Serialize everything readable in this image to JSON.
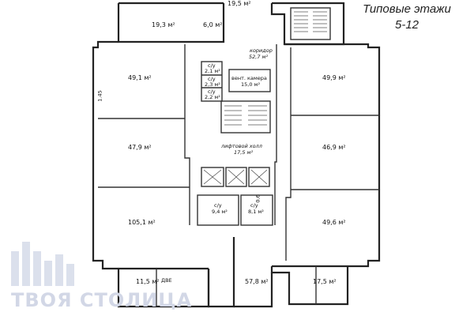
{
  "title": {
    "line1": "Типовые этажи",
    "line2": "5-12"
  },
  "rooms": {
    "top_corridor": "19,5 м²",
    "balcony_top_left": "19,3 м²",
    "storage_top": "6,0 м²",
    "corridor_label": "коридор",
    "corridor_area": "52,7 м²",
    "wc1_label": "с/у",
    "wc1_area": "2,1 м²",
    "wc2_label": "с/у",
    "wc2_area": "2,3 м²",
    "wc3_label": "с/у",
    "wc3_area": "2,2 м²",
    "vent_label": "вент. камера",
    "vent_area": "15,0 м²",
    "left_office_1": "49,1 м²",
    "left_office_2": "47,9 м²",
    "left_office_3": "105,1 м²",
    "right_office_1": "49,9 м²",
    "right_office_2": "46,9 м²",
    "right_office_3": "49,6 м²",
    "lift_hall_label": "лифтовой холл",
    "lift_hall_area": "17,5 м²",
    "wc4_label": "с/у",
    "wc4_area": "9,4 м²",
    "wc5_label": "с/у",
    "wc5_area": "8,1 м²",
    "bottom_left_room": "11,5 м²",
    "bottom_center": "57,8 м²",
    "bottom_right_room": "17,5 м²",
    "dimension_mark": "1.45",
    "small_mark": "0,6",
    "door_mark": "ДВЕ"
  },
  "watermark": "ТВОЯ СТОЛИЦА",
  "colors": {
    "wall": "#222222",
    "thin_wall": "#444444",
    "watermark": "#d2d7e6",
    "watermark_logo": "#dbe0ec"
  }
}
